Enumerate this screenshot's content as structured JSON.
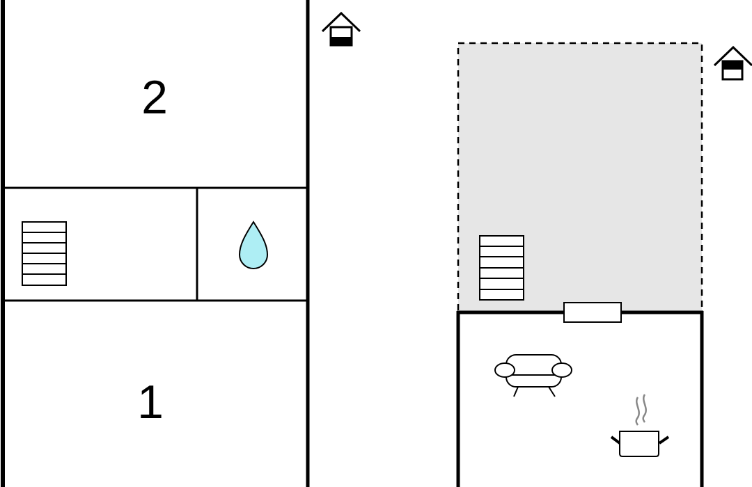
{
  "floor_upper": {
    "room_top_label": "2",
    "room_bottom_label": "1",
    "icons": [
      "stairs-icon",
      "water-drop-icon",
      "house-entrance-icon"
    ]
  },
  "floor_ground": {
    "icons": [
      "house-entrance-icon",
      "stairs-icon",
      "sofa-icon",
      "cooking-pot-icon",
      "window-icon"
    ],
    "outdoor_area": "dashed-outline-terrace"
  },
  "colors": {
    "wall": "#000000",
    "terrace_fill": "#e6e6e6",
    "water": "#aeeef4",
    "steam": "#888888"
  }
}
